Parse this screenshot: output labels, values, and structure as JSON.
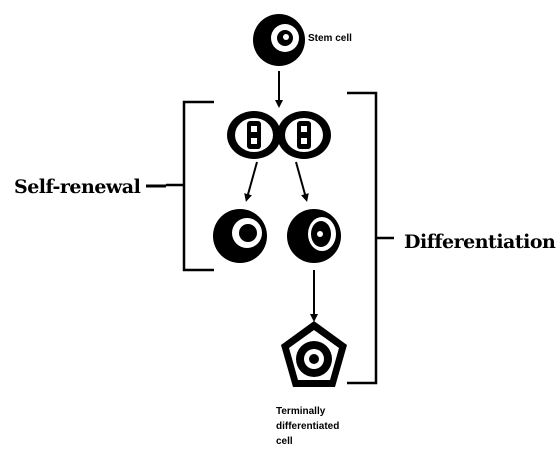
{
  "labels": {
    "stem_cell": "Stem cell",
    "self_renewal": "Self-renewal",
    "differentiation": "Differentiation",
    "terminal_line1": "Terminally",
    "terminal_line2": "differentiated",
    "terminal_line3": "cell"
  },
  "colors": {
    "ink": "#000000",
    "paper": "#ffffff"
  }
}
